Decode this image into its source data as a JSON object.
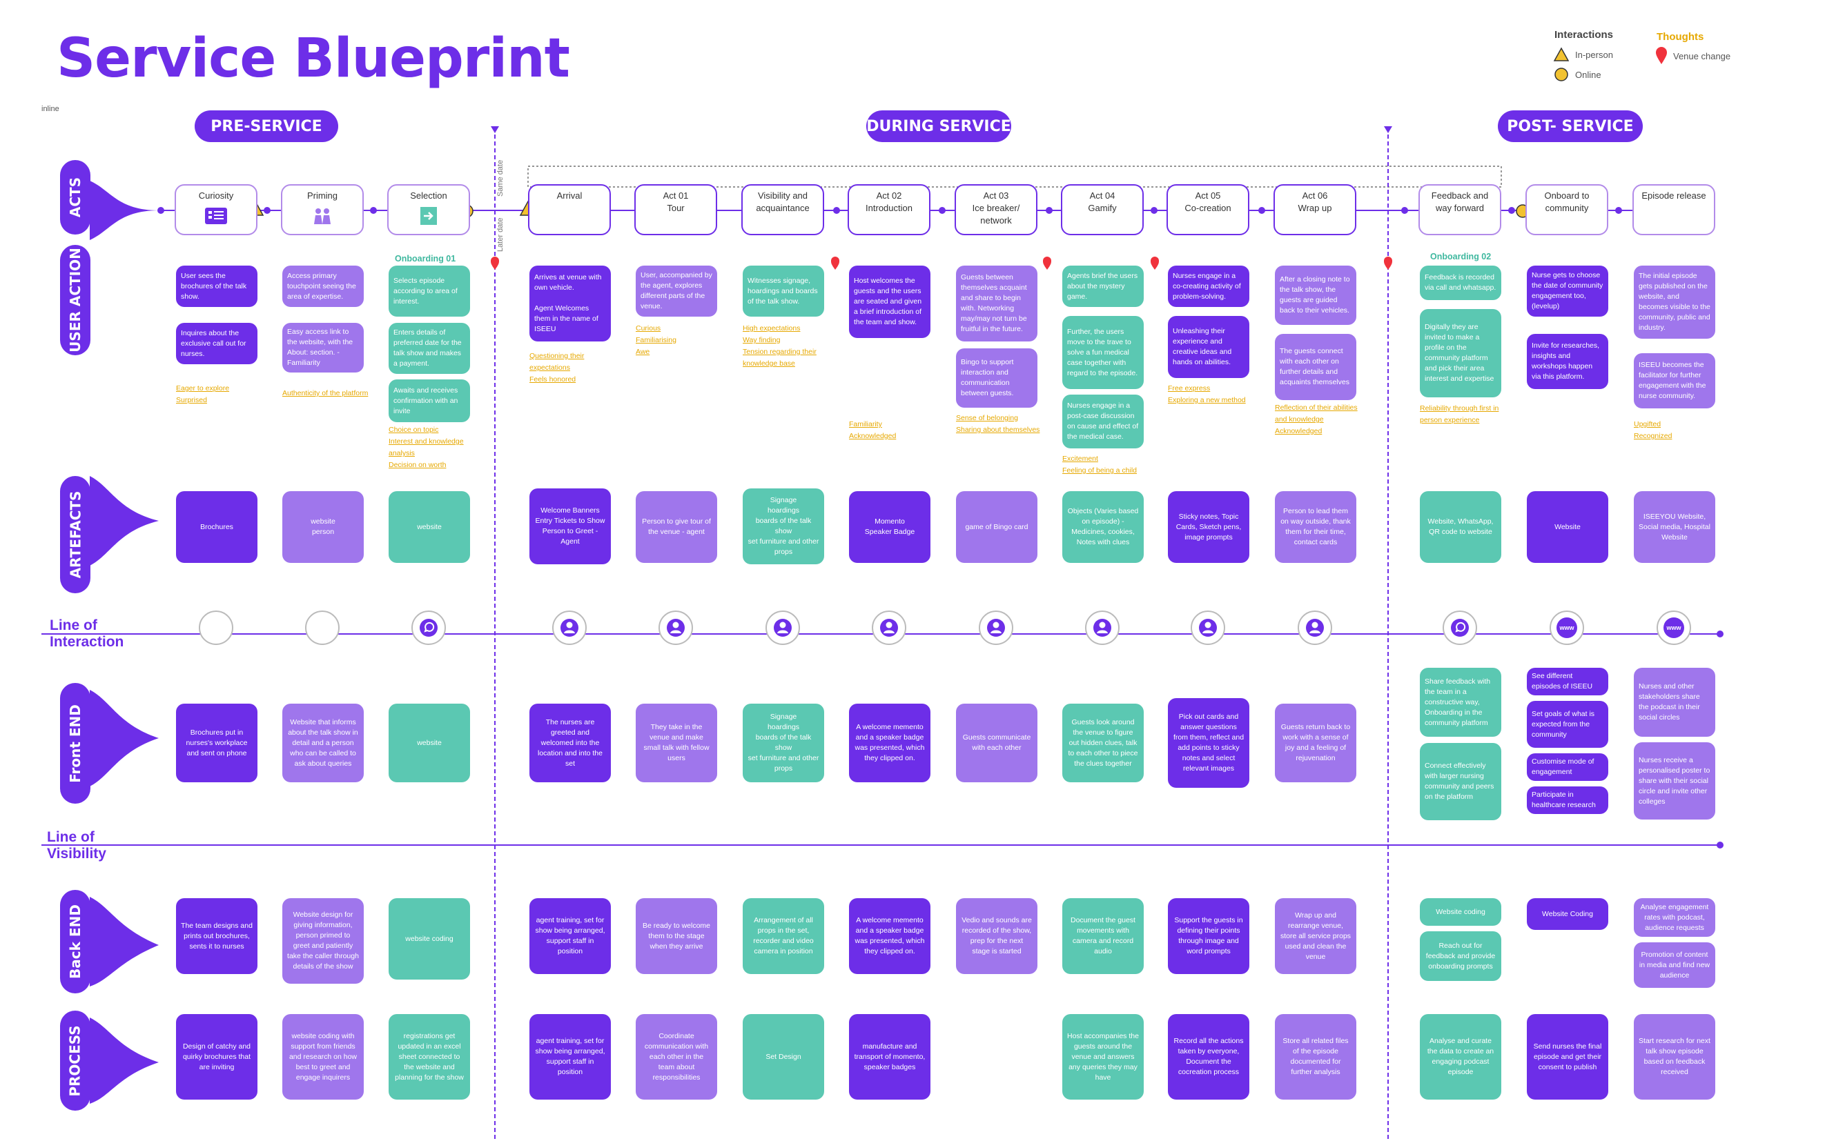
{
  "title": "Service Blueprint",
  "tiny_label": "inline",
  "legend": {
    "interactions_title": "Interactions",
    "in_person": "In-person",
    "online": "Online",
    "thoughts_title": "Thoughts",
    "venue_change": "Venue change"
  },
  "phases": {
    "pre": "PRE-SERVICE",
    "during": "DURING SERVICE",
    "post": "POST- SERVICE"
  },
  "lanes": {
    "acts": "ACTS",
    "user_action": "USER ACTION",
    "artefacts": "ARTEFACTS",
    "front_end": "Front END",
    "back_end": "Back END",
    "process": "PROCESS"
  },
  "line_labels": {
    "interaction": "Line of\nInteraction",
    "visibility": "Line of\nVisibility"
  },
  "vertical_labels": {
    "same_date": "Same date",
    "later_date": "Later date"
  },
  "onboarding": {
    "first": "Onboarding 01",
    "second": "Onboarding 02"
  },
  "acts": [
    {
      "line1": "Curiosity",
      "line2": "",
      "icon": "brochure-icon"
    },
    {
      "line1": "Priming",
      "line2": "",
      "icon": "people-icon"
    },
    {
      "line1": "Selection",
      "line2": "",
      "icon": "enter-icon"
    },
    {
      "line1": "Arrival",
      "line2": "",
      "icon": ""
    },
    {
      "line1": "Act 01",
      "line2": "Tour",
      "icon": ""
    },
    {
      "line1": "Visibility and",
      "line2": "acquaintance",
      "icon": ""
    },
    {
      "line1": "Act 02",
      "line2": "Introduction",
      "icon": ""
    },
    {
      "line1": "Act 03",
      "line2": "Ice breaker/\nnetwork",
      "icon": ""
    },
    {
      "line1": "Act 04",
      "line2": "Gamify",
      "icon": ""
    },
    {
      "line1": "Act 05",
      "line2": "Co-creation",
      "icon": ""
    },
    {
      "line1": "Act 06",
      "line2": "Wrap up",
      "icon": ""
    },
    {
      "line1": "Feedback and",
      "line2": "way forward",
      "icon": ""
    },
    {
      "line1": "Onboard to",
      "line2": "community",
      "icon": ""
    },
    {
      "line1": "Episode release",
      "line2": "",
      "icon": ""
    }
  ],
  "user_action": [
    [
      "User sees the brochures of the talk show.",
      "Inquires about the exclusive call out for nurses."
    ],
    [
      "Access primary touchpoint seeing the area of expertise.",
      "Easy access link to the website, with the About: section. -Familiarity"
    ],
    [
      "Selects episode according to area of interest.",
      "Enters details of preferred date for the talk show and makes a payment.",
      "Awaits and receives confirmation with an invite"
    ],
    [
      "Arrives at venue with own vehicle.\n\nAgent Welcomes them in the name of ISEEU"
    ],
    [
      "User, accompanied by the agent, explores different parts of the venue."
    ],
    [
      "Witnesses signage, hoardings and boards of the talk show."
    ],
    [
      "Host welcomes the guests and the users are seated and given a brief introduction of the team and show."
    ],
    [
      "Guests between themselves acquaint and share to begin with. Networking may/may not turn be fruitful in the future.",
      "Bingo to support interaction and communication between guests."
    ],
    [
      "Agents brief the users about the mystery game.",
      "Further, the users move to the trave to solve a fun medical case together with regard to the episode.",
      "Nurses engage in a post-case discussion on cause and effect of the medical case."
    ],
    [
      "Nurses engage in a co-creating activity of problem-solving.",
      "Unleashing their experience and creative ideas and hands on abilities."
    ],
    [
      "After a closing note to the talk show, the guests are guided back to their vehicles.",
      "The guests connect with each other on further details and acquaints themselves"
    ],
    [
      "Feedback is recorded via call and whatsapp.",
      "Digitally they are invited to make a profile on the community platform and pick their area interest and expertise"
    ],
    [
      "Nurse gets to choose the date of community engagement too, (levelup)",
      "Invite for researches, insights and workshops happen via this platform."
    ],
    [
      "The initial episode gets published on the website, and becomes visible to the community, public and industry.",
      "ISEEU becomes the facilitator for further engagement with the nurse community."
    ]
  ],
  "thoughts": [
    [
      "Eager to explore",
      "Surprised"
    ],
    [
      "Authenticity of the platform"
    ],
    [
      "Choice on topic",
      "Interest and knowledge analysis",
      "Decision on worth"
    ],
    [
      "Questioning their expectations",
      "Feels honored"
    ],
    [
      "Curious",
      "Familiarising",
      "Awe"
    ],
    [
      "High expectations",
      "Way finding",
      "Tension regarding their knowledge base"
    ],
    [
      "Familiarity",
      "Acknowledged"
    ],
    [
      "Sense of belonging",
      "Sharing about themselves"
    ],
    [
      "Excitement",
      "Feeling of being a child"
    ],
    [
      "Free express",
      "Exploring a new method"
    ],
    [
      "Reflection of their abilities and knowledge",
      "Acknowledged"
    ],
    [
      "Reliability through first in person experience"
    ],
    [],
    [
      "Upgifted",
      "Recognized"
    ]
  ],
  "artefacts": [
    "Brochures",
    "website\nperson",
    "website",
    "Welcome Banners\nEntry Tickets to Show\nPerson to Greet - Agent",
    "Person to give tour of the venue - agent",
    "Signage\nhoardings\nboards of the talk show\nset furniture and other props",
    "Momento\nSpeaker Badge",
    "game of Bingo card",
    "Objects (Varies based on episode) - Medicines, cookies, Notes with clues",
    "Sticky notes, Topic Cards, Sketch pens, image prompts",
    "Person to lead them on way outside, thank them for their time, contact cards",
    "Website, WhatsApp, QR code to website",
    "Website",
    "ISEEYOU Website, Social media, Hospital Website"
  ],
  "front_end": [
    [
      "Brochures put in nurses's workplace and sent on phone"
    ],
    [
      "Website that informs about the talk show in detail and a person who can be called to ask about queries"
    ],
    [
      "website"
    ],
    [
      "The nurses are greeted and welcomed into the location and into the set"
    ],
    [
      "They take in the venue and make small talk with fellow users"
    ],
    [
      "Signage\nhoardings\nboards of the talk show\nset furniture and other props"
    ],
    [
      "A welcome memento and a speaker badge was presented, which they clipped on."
    ],
    [
      "Guests communicate with each other"
    ],
    [
      "Guests look around the venue to figure out hidden clues, talk to each other to piece the clues together"
    ],
    [
      "Pick out cards and answer questions from them, reflect and add points to sticky notes and select relevant images"
    ],
    [
      "Guests return back to work with a sense of joy and a feeling of rejuvenation"
    ],
    [
      "Share feedback with the team in a constructive way, Onboarding in the community platform",
      "Connect effectively with larger nursing community and peers on the platform"
    ],
    [
      "See different episodes of ISEEU",
      "Set goals of what is expected from the community",
      "Customise mode of engagement",
      "Participate in healthcare research"
    ],
    [
      "Nurses and other stakeholders share the podcast in their social circles",
      "Nurses receive a personalised poster to share with their social circle and invite other colleges"
    ]
  ],
  "back_end": [
    [
      "The team designs and prints out brochures, sents it to nurses"
    ],
    [
      "Website design for giving information, person primed to greet and patiently take the caller through details of the show"
    ],
    [
      "website coding"
    ],
    [
      "agent training, set for show being arranged, support staff in position"
    ],
    [
      "Be ready to welcome them to the stage when they arrive"
    ],
    [
      "Arrangement of all props in the set, recorder and video camera in position"
    ],
    [
      "A welcome memento and a speaker badge was presented, which they clipped on."
    ],
    [
      "Vedio and sounds are recorded of the show, prep for the next stage is started"
    ],
    [
      "Document the guest movements with camera and record audio"
    ],
    [
      "Support the guests in defining their points through image and word prompts"
    ],
    [
      "Wrap up and rearrange venue, store all service props used and clean the venue"
    ],
    [
      "Website coding",
      "Reach out for feedback and provide onboarding prompts"
    ],
    [
      "Website Coding"
    ],
    [
      "Analyse engagement rates with podcast, audience requests",
      "Promotion of content in media and find new audience"
    ]
  ],
  "process": [
    "Design of catchy and quirky brochures that are inviting",
    "website coding with support from friends and research on how best to greet and engage inquirers",
    "registrations get updated in an excel sheet connected to the website and planning for the show",
    "agent training, set for show being arranged, support staff in position",
    "Coordinate communication with each other in the team about responsibilities",
    "Set Design",
    "manufacture and transport of momento, speaker badges",
    "",
    "Host accompanies the guests around the venue and answers any queries they may have",
    "Record all the actions taken by everyone, Document the cocreation process",
    "Store all related files of the episode documented for further analysis",
    "Analyse and curate the data to create an engaging podcast episode",
    "Send nurses the final episode and get their consent to publish",
    "Start research for next talk show episode based on feedback received"
  ],
  "interaction_icons": [
    "empty",
    "empty",
    "whatsapp-icon",
    "person-icon",
    "person-icon",
    "person-icon",
    "person-icon",
    "person-icon",
    "person-icon",
    "person-icon",
    "person-icon",
    "whatsapp-icon",
    "www-icon",
    "www-icon"
  ],
  "www_text": "www",
  "colors": {
    "primary": "#6d2ee8",
    "light_purple": "#9f76ec",
    "teal": "#5bc8b2",
    "thought_yellow": "#e6a800",
    "pin_red": "#f0323c"
  }
}
